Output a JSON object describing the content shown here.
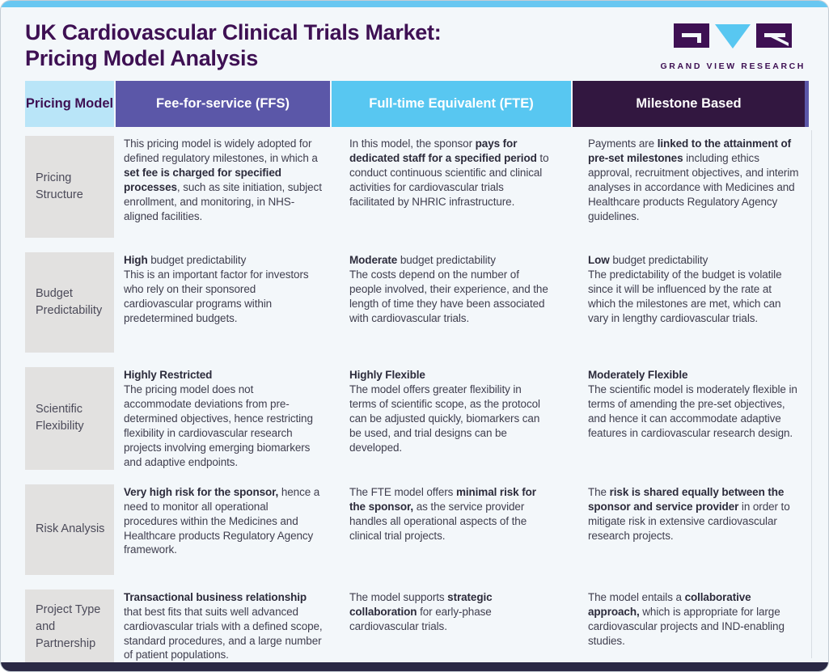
{
  "page": {
    "title_line1": "UK Cardiovascular Clinical Trials Market:",
    "title_line2": "Pricing Model Analysis",
    "logo_text": "GRAND VIEW RESEARCH"
  },
  "colors": {
    "brand_purple": "#3E1053",
    "topbar_blue": "#68C7F1",
    "bottombar_navy": "#2B2945",
    "header_ffs": "#5B57A8",
    "header_fte": "#58C7F1",
    "header_milestone": "#321740",
    "header_pricing_model_bg": "#B9E5F8",
    "row_label_bg": "#E2E1E0",
    "body_text": "#3F3E4E",
    "page_bg": "#F3F7FA"
  },
  "table": {
    "header": {
      "row_label": "Pricing Model",
      "columns": [
        "Fee-for-service (FFS)",
        "Full-time Equivalent (FTE)",
        "Milestone Based"
      ]
    },
    "rows": [
      {
        "label": "Pricing Structure",
        "cells": [
          [
            {
              "t": "This pricing model is widely adopted for defined regulatory milestones, in which a ",
              "b": false
            },
            {
              "t": "set fee is charged for specified processes",
              "b": true
            },
            {
              "t": ", such as site initiation, subject enrollment, and monitoring, in NHS-aligned facilities.",
              "b": false
            }
          ],
          [
            {
              "t": "In this model, the sponsor ",
              "b": false
            },
            {
              "t": "pays for dedicated staff for a specified period",
              "b": true
            },
            {
              "t": " to conduct continuous scientific and clinical activities for cardiovascular trials facilitated by NHRIC infrastructure.",
              "b": false
            }
          ],
          [
            {
              "t": "Payments are ",
              "b": false
            },
            {
              "t": "linked to the attainment of pre-set milestones",
              "b": true
            },
            {
              "t": " including ethics approval, recruitment objectives, and interim analyses in accordance with Medicines and Healthcare products Regulatory Agency guidelines.",
              "b": false
            }
          ]
        ]
      },
      {
        "label": "Budget Predictability",
        "cells": [
          [
            {
              "t": "High",
              "b": true
            },
            {
              "t": " budget predictability\nThis is an important factor for investors who rely on their sponsored cardiovascular programs within predetermined budgets.",
              "b": false
            }
          ],
          [
            {
              "t": "Moderate",
              "b": true
            },
            {
              "t": " budget predictability\nThe costs depend on the number of people involved, their experience, and the length of time they have been associated with cardiovascular trials.",
              "b": false
            }
          ],
          [
            {
              "t": "Low",
              "b": true
            },
            {
              "t": " budget predictability\nThe predictability of the budget is volatile since it will be influenced by the rate at which the milestones are met, which can vary in lengthy cardiovascular trials.",
              "b": false
            }
          ]
        ]
      },
      {
        "label": "Scientific Flexibility",
        "cells": [
          [
            {
              "t": "Highly Restricted",
              "b": true
            },
            {
              "t": "\nThe pricing model does not accommodate deviations from pre-determined objectives, hence restricting flexibility in cardiovascular research projects involving emerging biomarkers and adaptive endpoints.",
              "b": false
            }
          ],
          [
            {
              "t": "Highly Flexible",
              "b": true
            },
            {
              "t": "\nThe model offers greater flexibility in terms of scientific scope, as the protocol can be adjusted quickly, biomarkers can be used, and trial designs can be developed.",
              "b": false
            }
          ],
          [
            {
              "t": "Moderately Flexible",
              "b": true
            },
            {
              "t": "\nThe scientific model is moderately flexible in terms of amending the pre-set objectives, and hence it can accommodate adaptive features in cardiovascular research design.",
              "b": false
            }
          ]
        ]
      },
      {
        "label": "Risk Analysis",
        "cells": [
          [
            {
              "t": "Very high risk for the sponsor,",
              "b": true
            },
            {
              "t": " hence a need to monitor all operational procedures within the Medicines and Healthcare products Regulatory Agency framework.",
              "b": false
            }
          ],
          [
            {
              "t": "The FTE model offers ",
              "b": false
            },
            {
              "t": "minimal risk for the sponsor,",
              "b": true
            },
            {
              "t": " as the service provider handles all operational aspects of the clinical trial projects.",
              "b": false
            }
          ],
          [
            {
              "t": "The ",
              "b": false
            },
            {
              "t": "risk is shared equally between the sponsor and service provider",
              "b": true
            },
            {
              "t": " in order to mitigate risk in extensive cardiovascular research projects.",
              "b": false
            }
          ]
        ]
      },
      {
        "label": "Project Type and Partnership",
        "cells": [
          [
            {
              "t": "Transactional business relationship",
              "b": true
            },
            {
              "t": " that best fits that suits well advanced cardiovascular trials with a defined scope, standard procedures, and a large number of patient populations.",
              "b": false
            }
          ],
          [
            {
              "t": "The model supports ",
              "b": false
            },
            {
              "t": "strategic collaboration",
              "b": true
            },
            {
              "t": " for early-phase cardiovascular trials.",
              "b": false
            }
          ],
          [
            {
              "t": "The model entails a ",
              "b": false
            },
            {
              "t": "collaborative approach,",
              "b": true
            },
            {
              "t": " which is appropriate for large cardiovascular projects and IND-enabling studies.",
              "b": false
            }
          ]
        ]
      }
    ]
  }
}
